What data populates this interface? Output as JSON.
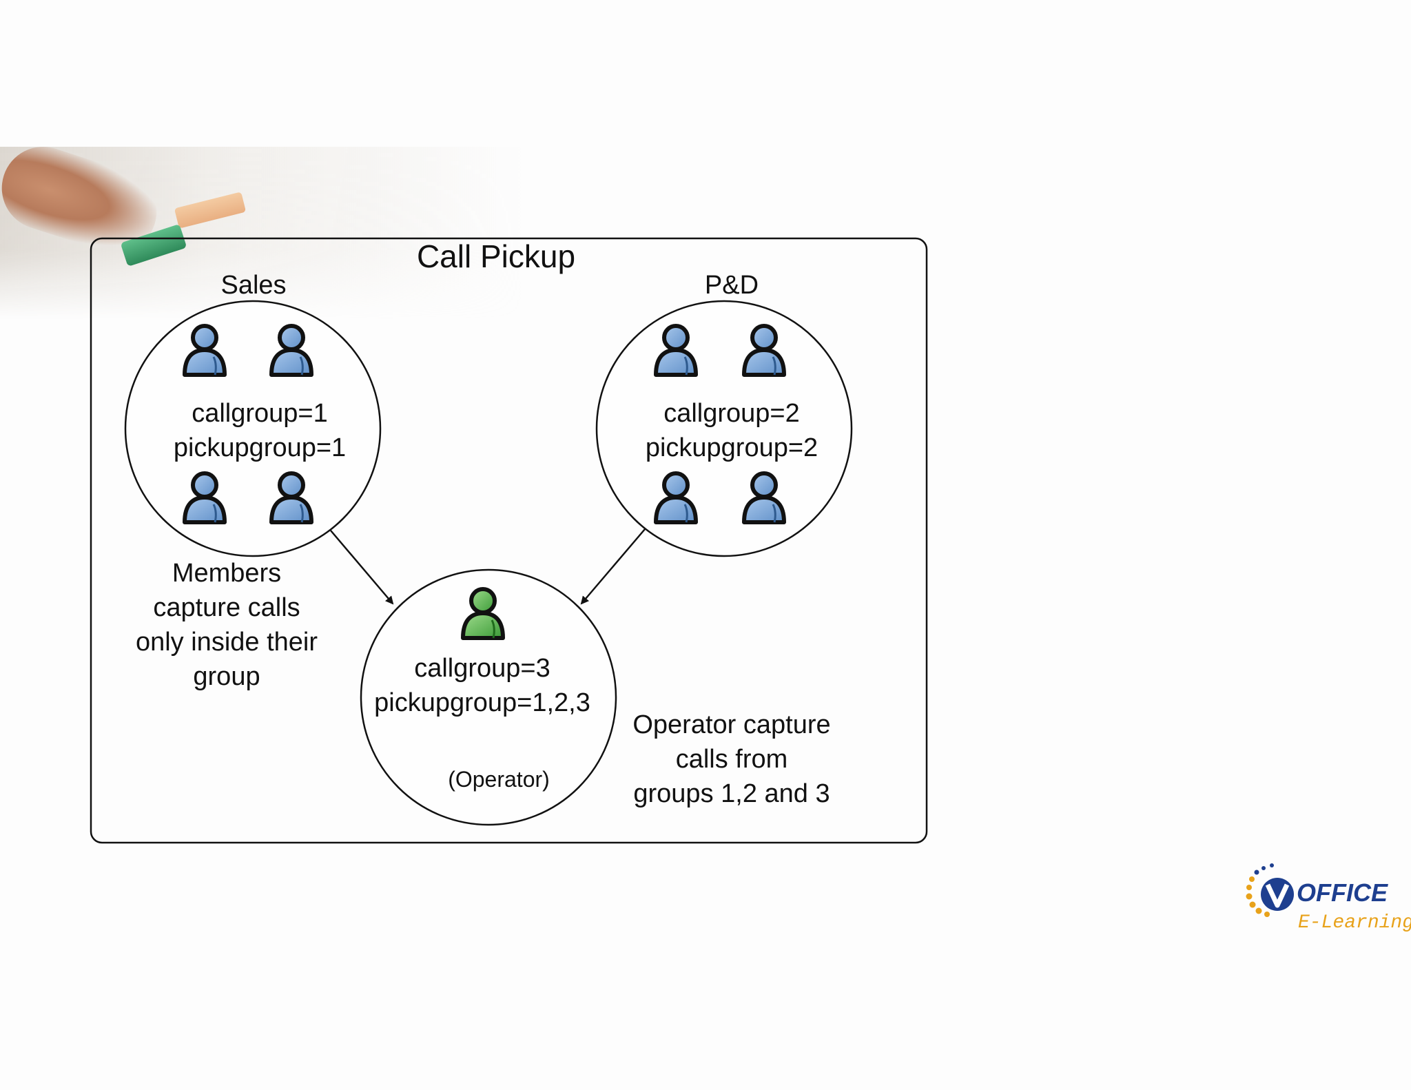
{
  "diagram": {
    "title": "Call Pickup",
    "groups": [
      {
        "name": "Sales",
        "callgroup": "callgroup=1",
        "pickupgroup": "pickupgroup=1"
      },
      {
        "name": "P&D",
        "callgroup": "callgroup=2",
        "pickupgroup": "pickupgroup=2"
      }
    ],
    "operator": {
      "callgroup": "callgroup=3",
      "pickupgroup": "pickupgroup=1,2,3",
      "role": "(Operator)"
    },
    "notes": {
      "members": [
        "Members",
        "capture calls",
        "only inside their",
        "group"
      ],
      "operator": [
        "Operator capture",
        "calls from",
        "groups 1,2 and 3"
      ]
    }
  },
  "logo": {
    "brand": "OFFICE",
    "tagline": "E-Learning"
  },
  "colors": {
    "member_icon": "#7aa7d8",
    "operator_icon": "#4fae4a",
    "logo_blue": "#1e3f8f",
    "logo_orange": "#e8a21a"
  }
}
